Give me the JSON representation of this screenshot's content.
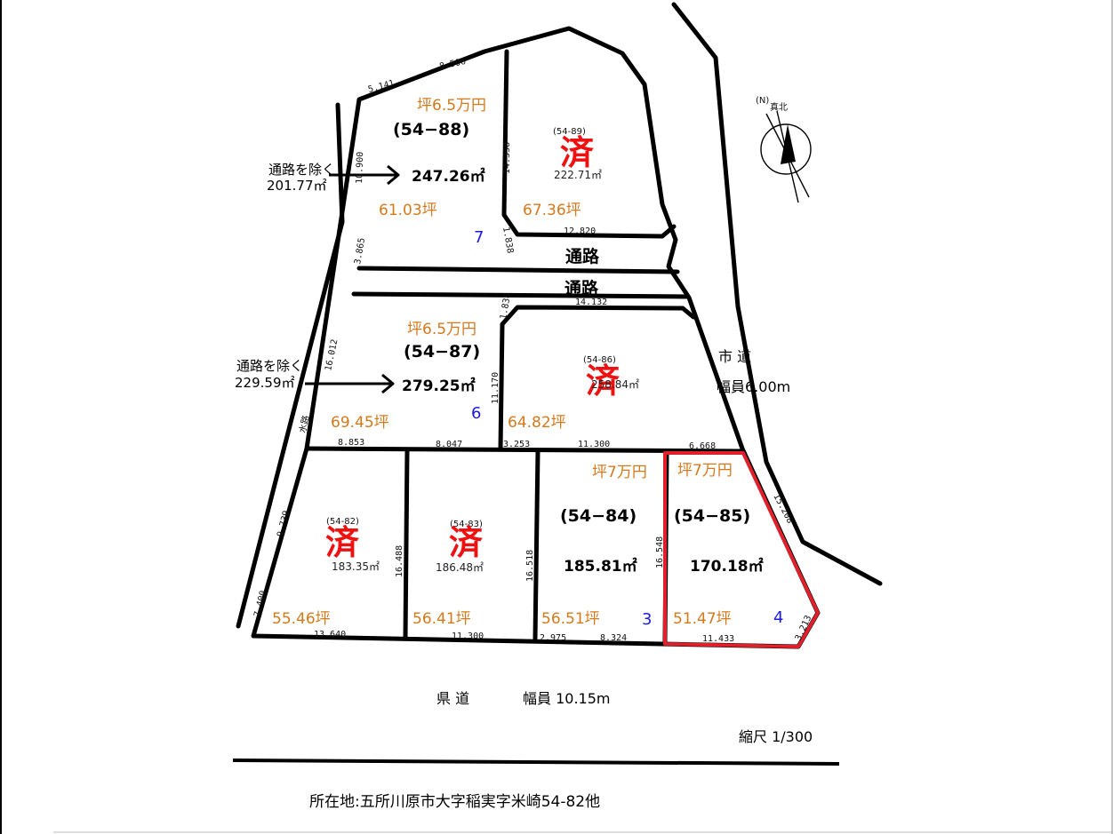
{
  "lots": {
    "l88": {
      "id": "(54−88)",
      "price": "坪6.5万円",
      "area": "247.26㎡",
      "tsubo": "61.03坪",
      "number": "7"
    },
    "l89": {
      "id": "(54-89)",
      "status": "済",
      "area": "222.71㎡",
      "tsubo": "67.36坪"
    },
    "l87": {
      "id": "(54−87)",
      "price": "坪6.5万円",
      "area": "279.25㎡",
      "tsubo": "69.45坪",
      "number": "6"
    },
    "l86": {
      "id": "(54-86)",
      "status": "済",
      "area": "258.84㎡",
      "tsubo": "64.82坪"
    },
    "l82": {
      "id": "(54-82)",
      "status": "済",
      "area": "183.35㎡",
      "tsubo": "55.46坪"
    },
    "l83": {
      "id": "(54-83)",
      "status": "済",
      "area": "186.48㎡",
      "tsubo": "56.41坪"
    },
    "l84": {
      "id": "(54−84)",
      "price": "坪7万円",
      "area": "185.81㎡",
      "tsubo": "56.51坪",
      "number": "3"
    },
    "l85": {
      "id": "(54−85)",
      "price": "坪7万円",
      "area": "170.18㎡",
      "tsubo": "51.47坪",
      "number": "4"
    }
  },
  "notes": {
    "excl88_line1": "通路を除く",
    "excl88_line2": "201.77㎡",
    "excl87_line1": "通路を除く",
    "excl87_line2": "229.59㎡"
  },
  "roads": {
    "passage_upper": "通路",
    "passage_lower": "通路",
    "city_road": "市 道",
    "city_road_width": "幅員6.00m",
    "prefectural_road": "県 道",
    "prefectural_road_width": "幅員 10.15m",
    "waterway": "水路"
  },
  "compass": {
    "n_label": "(N)",
    "true_north": "真北"
  },
  "scale": "縮尺 1/300",
  "address": "所在地:五所川原市大字稲実字米崎54-82他",
  "dimensions": {
    "d5141": "5.141",
    "d8506": "8.506",
    "d10900": "10.900",
    "d14338": "14.338",
    "d1838a": "1.838",
    "d12820": "12.820",
    "d3865": "3.865",
    "d1838b": "1.838",
    "d14132": "14.132",
    "d16012": "16.012",
    "d11170": "11.170",
    "d8853": "8.853",
    "d8047": "8.047",
    "d3253": "3.253",
    "d11300a": "11.300",
    "d6668": "6.668",
    "d9739": "9.739",
    "d7400": "7.400",
    "d16488": "16.488",
    "d16518": "16.518",
    "d16548": "16.548",
    "d15208": "15.208",
    "d13640": "13.640",
    "d11300b": "11.300",
    "d2975": "2.975",
    "d8324": "8.324",
    "d11433": "11.433",
    "d3213": "3.213"
  },
  "colors": {
    "price": "#d4791c",
    "sold": "#ee1111",
    "number": "#1a1ae0",
    "highlight": "#e0202a"
  }
}
